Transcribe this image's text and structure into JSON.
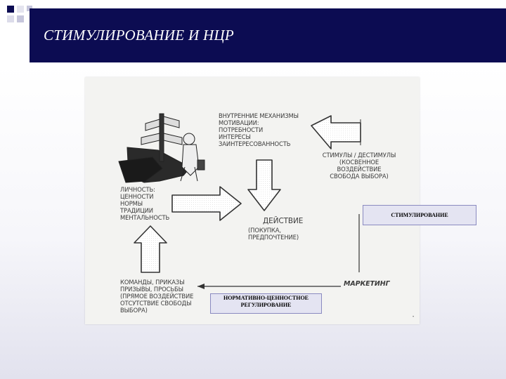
{
  "slide": {
    "title": "СТИМУЛИРОВАНИЕ И НЦР"
  },
  "diagram": {
    "inner_mechanisms": "ВНУТРЕННИЕ МЕХАНИЗМЫ\nМОТИВАЦИИ:\nПОТРЕБНОСТИ\nИНТЕРЕСЫ\nЗАИНТЕРЕСОВАННОСТЬ",
    "stimuli": "СТИМУЛЫ / ДЕСТИМУЛЫ\n(КОСВЕННОЕ\nВОЗДЕЙСТВИЕ\nСВОБОДА ВЫБОРА)",
    "personality": "ЛИЧНОСТЬ:\nЦЕННОСТИ\nНОРМЫ\nТРАДИЦИИ\nМЕНТАЛЬНОСТЬ",
    "action": "ДЕЙСТВИЕ",
    "action_sub": "(ПОКУПКА,\nПРЕДПОЧТЕНИЕ)",
    "commands": "КОМАНДЫ, ПРИКАЗЫ\nПРИЗЫВЫ, ПРОСЬБЫ\n(ПРЯМОЕ ВОЗДЕЙСТВИЕ\nОТСУТСТВИЕ СВОБОДЫ\nВЫБОРА)",
    "marketing": "МАРКЕТИНГ",
    "box_stimulation": "СТИМУЛИРОВАНИЕ",
    "box_normative": "НОРМАТИВНО-ЦЕННОСТНОЕ\nРЕГУЛИРОВАНИЕ"
  },
  "colors": {
    "title_bar": "#0c0c52",
    "box_fill": "#e4e4f2",
    "box_border": "#8a8ac0"
  }
}
